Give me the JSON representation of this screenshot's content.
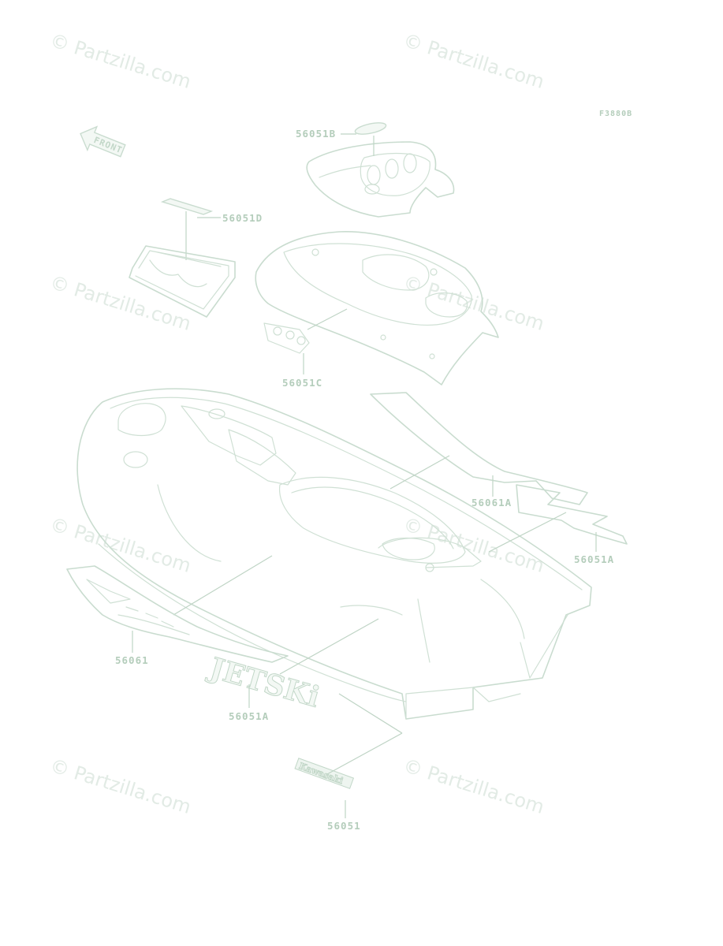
{
  "diagram": {
    "ref_code": "F3880B",
    "front_arrow_label": "FRONT",
    "watermark": "© Partzilla.com",
    "callouts": [
      {
        "id": "56051B",
        "label": "56051B"
      },
      {
        "id": "56051D",
        "label": "56051D"
      },
      {
        "id": "56051C",
        "label": "56051C"
      },
      {
        "id": "56061A",
        "label": "56061A"
      },
      {
        "id": "56051A_right",
        "label": "56051A"
      },
      {
        "id": "56061",
        "label": "56061"
      },
      {
        "id": "56051A_left",
        "label": "56051A"
      },
      {
        "id": "56051",
        "label": "56051"
      }
    ],
    "decals": {
      "jetski": "JETSKi",
      "kawasaki": "Kawasaki"
    }
  }
}
